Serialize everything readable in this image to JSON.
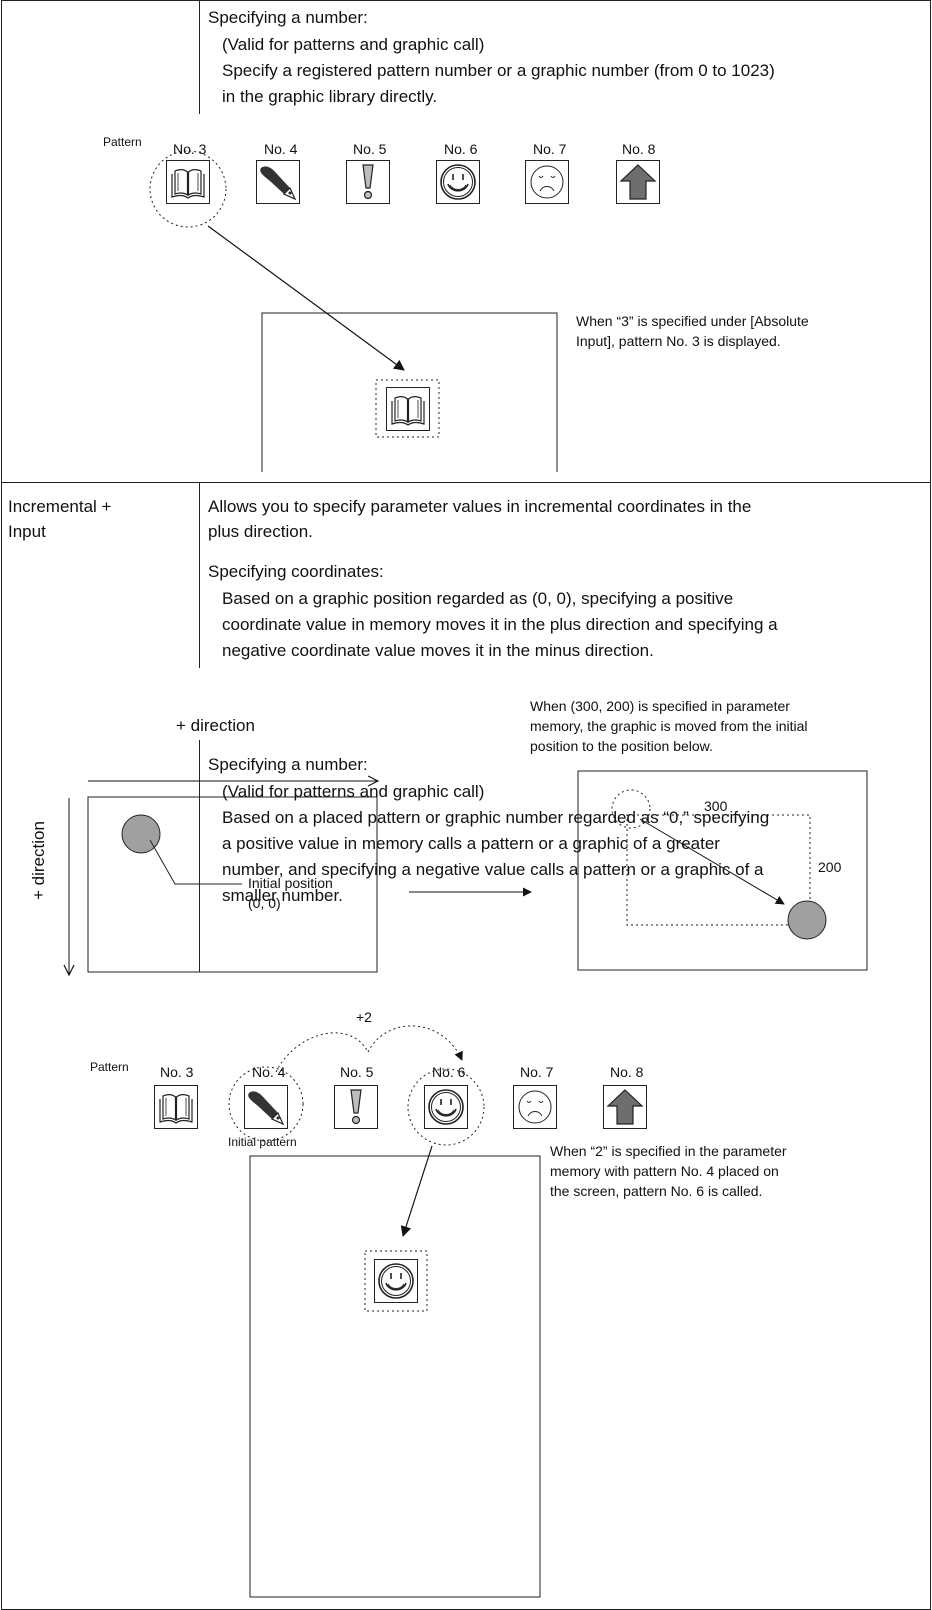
{
  "section1": {
    "heading": "Specifying a number:",
    "lines": [
      "(Valid for patterns and graphic call)",
      "Specify a registered pattern number or a graphic number (from 0 to 1023)",
      "in the graphic library directly."
    ],
    "pattern_label": "Pattern",
    "patterns": [
      "No. 3",
      "No. 4",
      "No. 5",
      "No. 6",
      "No. 7",
      "No. 8"
    ],
    "note": [
      "When “3” is specified under [Absolute",
      "Input], pattern No. 3 is displayed."
    ]
  },
  "section2": {
    "row_label": [
      "Incremental +",
      "Input"
    ],
    "intro": [
      "Allows you to specify parameter values in incremental coordinates in the",
      "plus direction."
    ],
    "coord_heading": "Specifying coordinates:",
    "coord_lines": [
      "Based on a graphic position regarded as (0, 0), specifying a positive",
      "coordinate value in memory moves it in the plus direction and specifying a",
      "negative coordinate value moves it in the minus direction."
    ],
    "x_direction": "+ direction",
    "y_direction": "+ direction",
    "initial_position": [
      "Initial position",
      "(0, 0)"
    ],
    "move_note": [
      "When (300, 200) is specified in parameter",
      "memory, the graphic is moved from the initial",
      "position to the position below."
    ],
    "dx": "300",
    "dy": "200",
    "num_heading": "Specifying a number:",
    "num_lines": [
      "(Valid for patterns and graphic call)",
      "Based on a placed pattern or graphic number regarded as “0,” specifying",
      "a positive value in memory calls a pattern or a graphic of a greater",
      "number, and specifying a negative value calls a pattern or a graphic of a",
      "smaller number."
    ],
    "plus_label": "+2",
    "pattern_label": "Pattern",
    "patterns": [
      "No. 3",
      "No. 4",
      "No. 5",
      "No. 6",
      "No. 7",
      "No. 8"
    ],
    "initial_pattern": "Initial pattern",
    "call_note": [
      "When “2” is specified in the parameter",
      "memory with pattern No. 4 placed on",
      "the screen, pattern No. 6 is called."
    ]
  },
  "icons": [
    "book-icon",
    "pen-icon",
    "exclamation-icon",
    "smiley-icon",
    "sad-face-icon",
    "up-arrow-icon"
  ],
  "colors": {
    "graphic_fill": "#a0a0a0",
    "arrow_fill": "#6e6e6e",
    "line": "#222222"
  }
}
